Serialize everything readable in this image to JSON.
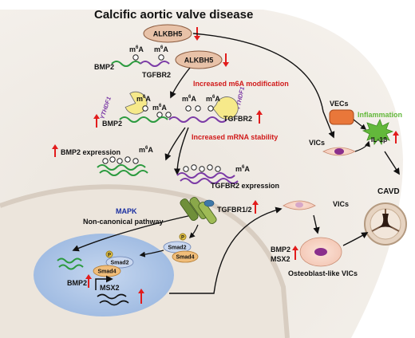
{
  "title": "Calcific aortic valve disease",
  "labels": {
    "alkbh5": "ALKBH5",
    "m6a": "m6A",
    "m6a_base": "m",
    "m6a_sup": "6",
    "m6a_tail": "A",
    "bmp2": "BMP2",
    "tgfbr2": "TGFBR2",
    "ythdf1": "YTHDF1",
    "increased_m6a": "Increased m6A modification",
    "increased_stability": "Increased mRNA stability",
    "bmp2_expression": "BMP2 expression",
    "tgfbr2_expression": "TGFBR2 expression",
    "vecs": "VECs",
    "inflammation": "Inflammation",
    "il1b": "IL-1β",
    "vics": "VICs",
    "cavd": "CAVD",
    "mapk": "MAPK",
    "non_canonical": "Non-canonical pathway",
    "tgfbr12": "TGFBR1/2",
    "p": "P",
    "smad2": "Smad2",
    "smad4": "Smad4",
    "msx2": "MSX2",
    "osteoblast": "Osteoblast-like VICs"
  },
  "colors": {
    "up_arrow": "#e21c1c",
    "alkbh5_fill": "#e8c2a8",
    "nucleus_fill": "#a9c3e6",
    "cell_fill": "#f1ece6",
    "green_strand": "#2b9a3e",
    "purple_strand": "#7b3aa6",
    "label_red": "#d11a1a",
    "label_blue": "#1a2fa0",
    "inflammation_green": "#63b83b",
    "vec_orange": "#e9773a"
  }
}
